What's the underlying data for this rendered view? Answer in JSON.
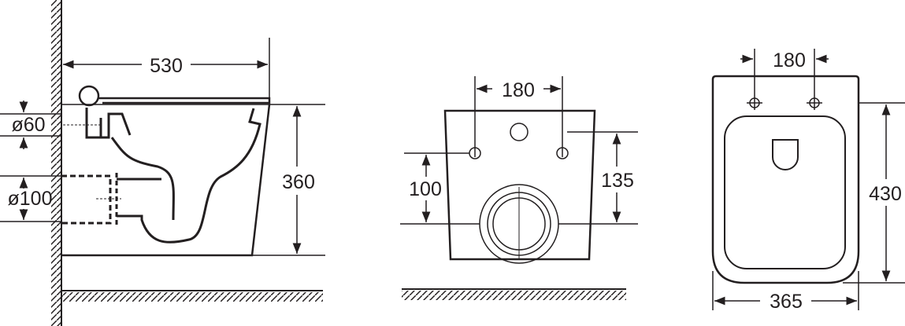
{
  "side_view": {
    "width_label": "530",
    "height_label": "360",
    "inlet_label": "ø60",
    "outlet_label": "ø100"
  },
  "front_view": {
    "holes_spacing_label": "180",
    "holes_height_label": "100",
    "inlet_height_label": "135"
  },
  "top_view": {
    "holes_spacing_label": "180",
    "length_label": "430",
    "width_label": "365"
  },
  "colors": {
    "line": "#231f20",
    "background": "#ffffff"
  }
}
